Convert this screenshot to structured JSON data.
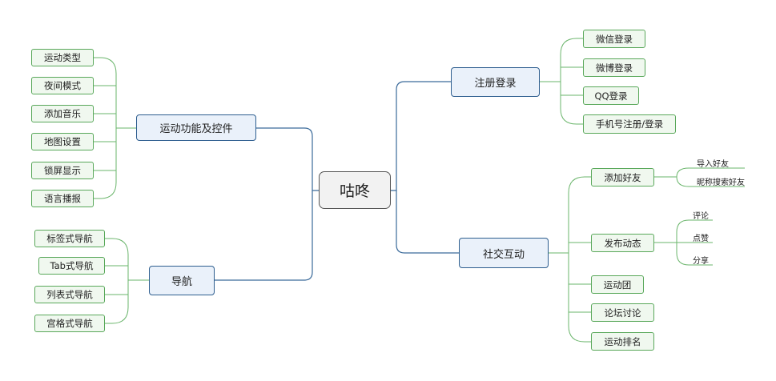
{
  "root": "咕咚",
  "branches": {
    "register": {
      "label": "注册登录",
      "children": [
        "微信登录",
        "微博登录",
        "QQ登录",
        "手机号注册/登录"
      ]
    },
    "social": {
      "label": "社交互动",
      "children": [
        "添加好友",
        "发布动态",
        "运动团",
        "论坛讨论",
        "运动排名"
      ],
      "add_friend_children": [
        "导入好友",
        "昵称搜索好友"
      ],
      "post_children": [
        "评论",
        "点赞",
        "分享"
      ]
    },
    "sport": {
      "label": "运动功能及控件",
      "children": [
        "运动类型",
        "夜间模式",
        "添加音乐",
        "地图设置",
        "锁屏显示",
        "语言播报"
      ]
    },
    "nav": {
      "label": "导航",
      "children": [
        "标签式导航",
        "Tab式导航",
        "列表式导航",
        "宫格式导航"
      ]
    }
  },
  "colors": {
    "main_line": "#3a6a9a",
    "leaf_line": "#6ab56b"
  }
}
